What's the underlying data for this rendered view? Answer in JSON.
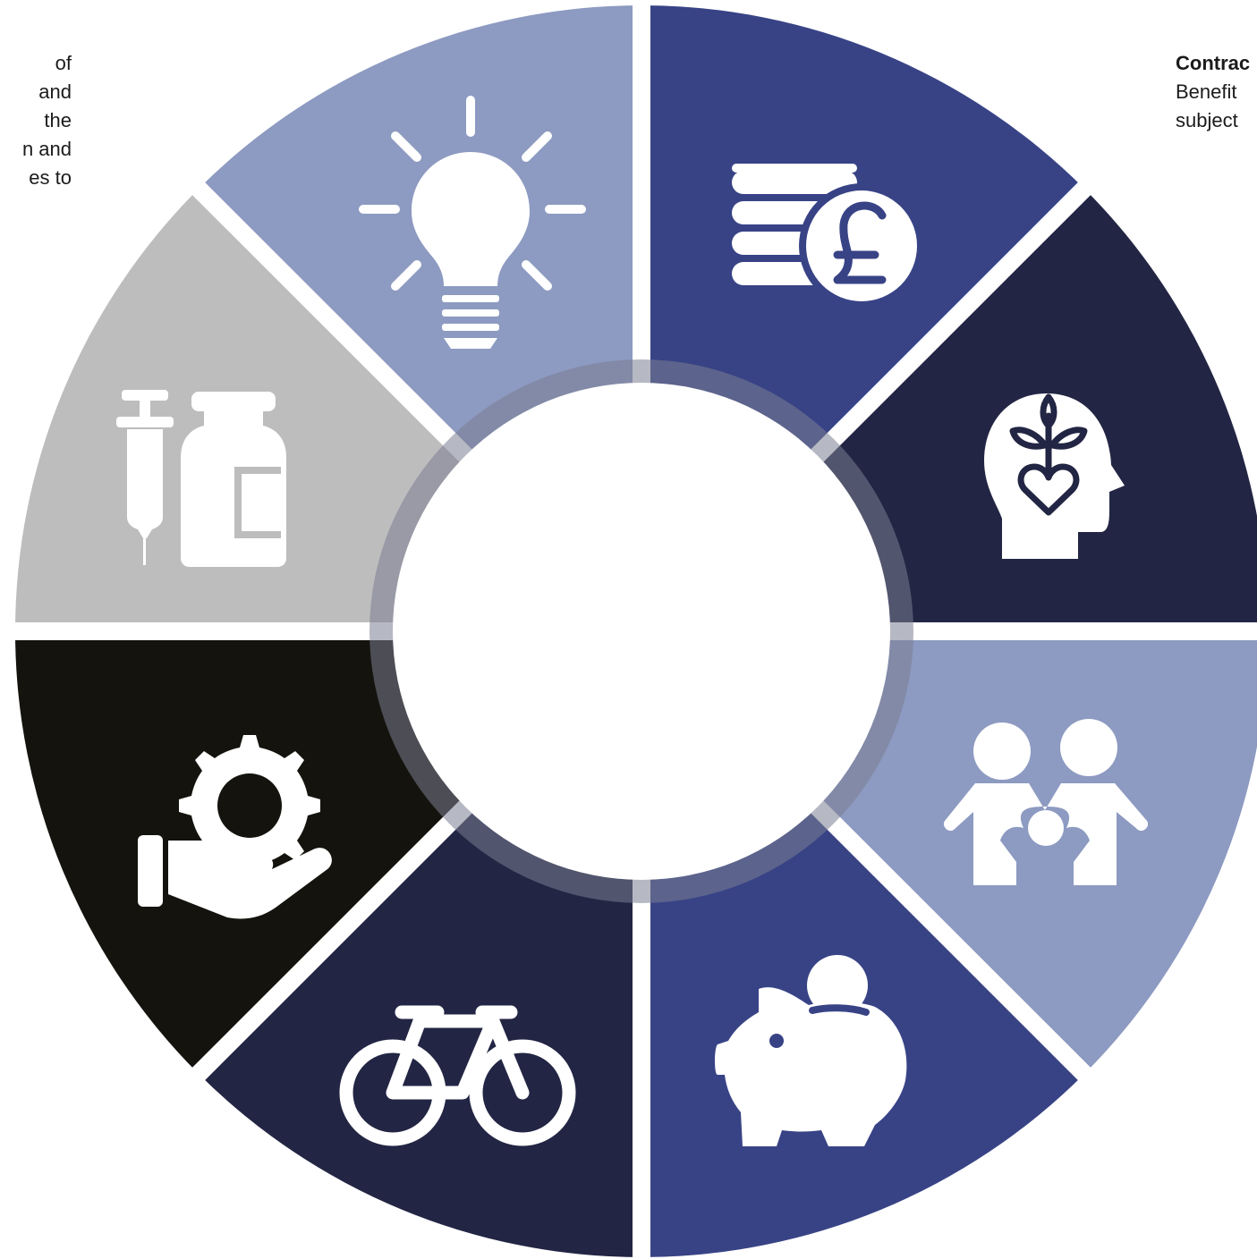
{
  "left_text": {
    "lines": [
      "of",
      "and",
      "the",
      "n and",
      "es to"
    ]
  },
  "right_text": {
    "heading": "Contrac",
    "lines": [
      "Benefit",
      "subject"
    ]
  },
  "colors": {
    "dark_navy": "#222543",
    "royal_blue": "#384386",
    "periwinkle": "#8d9ac1",
    "light_gray": "#bebdbe",
    "near_black": "#14130d",
    "ring": "#7a7d92",
    "center": "#ffffff"
  },
  "segments": [
    {
      "id": "finance",
      "icon": "pound-coins-icon",
      "color": "royal_blue"
    },
    {
      "id": "wellbeing",
      "icon": "head-heart-plant-icon",
      "color": "dark_navy"
    },
    {
      "id": "family",
      "icon": "family-icon",
      "color": "periwinkle"
    },
    {
      "id": "savings",
      "icon": "piggy-bank-icon",
      "color": "royal_blue"
    },
    {
      "id": "cycling",
      "icon": "bicycle-icon",
      "color": "dark_navy"
    },
    {
      "id": "support",
      "icon": "hand-gear-icon",
      "color": "near_black"
    },
    {
      "id": "health",
      "icon": "syringe-vial-icon",
      "color": "light_gray"
    },
    {
      "id": "ideas",
      "icon": "lightbulb-icon",
      "color": "periwinkle"
    }
  ]
}
